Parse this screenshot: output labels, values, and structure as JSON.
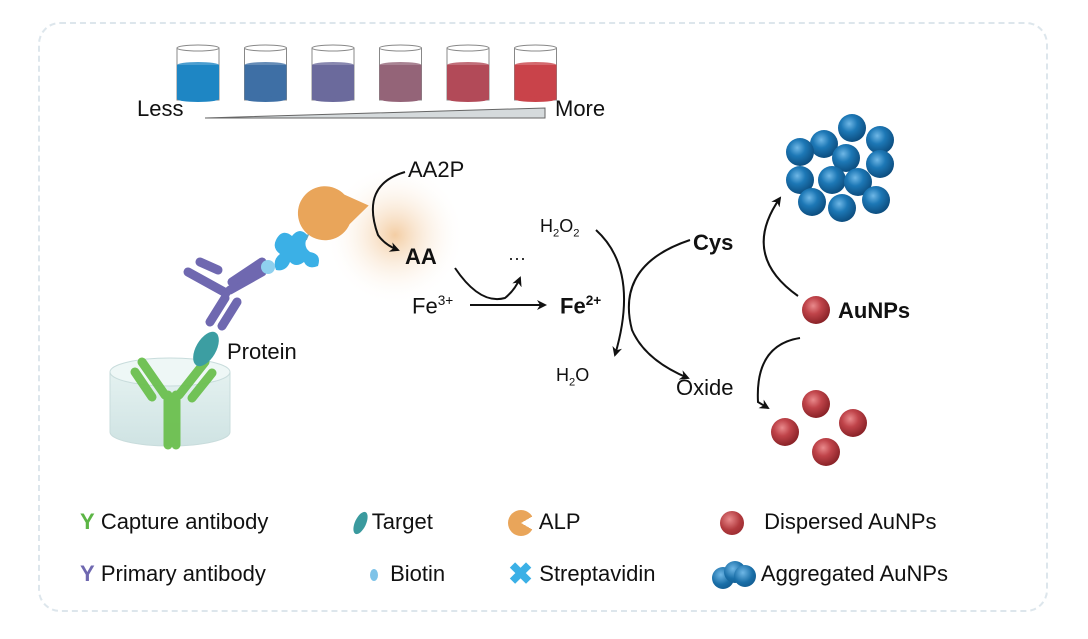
{
  "gradient": {
    "less_label": "Less",
    "more_label": "More",
    "beaker_colors": [
      "#1e86c4",
      "#3e6fa5",
      "#6b6a9c",
      "#946478",
      "#b24a58",
      "#c9434a"
    ]
  },
  "reaction": {
    "aa2p": "AA2P",
    "aa": "AA",
    "fe3": "Fe",
    "fe3_charge": "3+",
    "fe2": "Fe",
    "fe2_charge": "2+",
    "dots": "···",
    "h2o2_h": "H",
    "h2o2_sub1": "2",
    "h2o2_o": "O",
    "h2o2_sub2": "2",
    "h2o_h": "H",
    "h2o_sub": "2",
    "h2o_o": "O",
    "cys": "Cys",
    "oxide": "Oxide",
    "aunps": "AuNPs",
    "protein": "Protein"
  },
  "legend": {
    "items": [
      {
        "label": "Capture antibody",
        "icon": "capture-antibody-icon",
        "color": "#5cb545"
      },
      {
        "label": "Target",
        "icon": "target-icon",
        "color": "#3a9a9e"
      },
      {
        "label": "ALP",
        "icon": "alp-icon",
        "color": "#e9a55a"
      },
      {
        "label": "Dispersed AuNPs",
        "icon": "dispersed-aunp-icon",
        "color": "#b23a3e"
      },
      {
        "label": "Primary antibody",
        "icon": "primary-antibody-icon",
        "color": "#6f68b0"
      },
      {
        "label": "Biotin",
        "icon": "biotin-icon",
        "color": "#7ec3e8"
      },
      {
        "label": "Streptavidin",
        "icon": "streptavidin-icon",
        "color": "#3bb0e6"
      },
      {
        "label": "Aggregated AuNPs",
        "icon": "aggregated-aunp-icon",
        "color": "#1a6fa8"
      }
    ]
  }
}
